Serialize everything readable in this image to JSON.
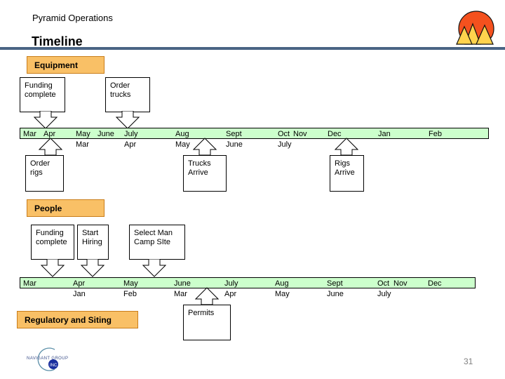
{
  "header": {
    "subtitle": "Pyramid Operations",
    "title": "Timeline",
    "logo_icon": "pyramid-sun-logo"
  },
  "sections": {
    "equipment": {
      "label": "Equipment"
    },
    "people": {
      "label": "People"
    },
    "regulatory": {
      "label": "Regulatory and Siting"
    }
  },
  "equipment": {
    "boxes_above": [
      {
        "text": "Funding\ncomplete",
        "name": "funding-complete"
      },
      {
        "text": "Order\ntrucks",
        "name": "order-trucks"
      }
    ],
    "boxes_below": [
      {
        "text": "Order\nrigs",
        "name": "order-rigs"
      },
      {
        "text": "Trucks\nArrive",
        "name": "trucks-arrive"
      },
      {
        "text": "Rigs\nArrive",
        "name": "rigs-arrive"
      }
    ],
    "timeline": {
      "row1": [
        "Mar",
        "Apr",
        "May",
        "June",
        "July",
        "Aug",
        "Sept",
        "Oct",
        "Nov",
        "Dec",
        "Jan",
        "Feb"
      ],
      "row2": [
        "Mar",
        "Apr",
        "May",
        "June",
        "July"
      ]
    }
  },
  "people": {
    "boxes_above": [
      {
        "text": "Funding\ncomplete",
        "name": "funding-complete"
      },
      {
        "text": "Start\nHiring",
        "name": "start-hiring"
      },
      {
        "text": "Select Man\nCamp SIte",
        "name": "select-man-camp-site"
      }
    ],
    "boxes_below": [
      {
        "text": "Permits",
        "name": "permits"
      }
    ],
    "timeline": {
      "row1": [
        "Mar",
        "Apr",
        "May",
        "June",
        "July",
        "Aug",
        "Sept",
        "Oct",
        "Nov",
        "Dec"
      ],
      "row2": [
        "Jan",
        "Feb",
        "Mar",
        "Apr",
        "May",
        "June",
        "July"
      ]
    }
  },
  "footer": {
    "page_number": "31",
    "logo_icon": "company-circle-logo"
  },
  "colors": {
    "header_rule": "#4a6484",
    "chip_fill": "#f9c066",
    "chip_border": "#c97d1b",
    "timeline_fill": "#ccffcc",
    "logo_sun": "#f4511e",
    "logo_pyramid": "#ffd24d",
    "page_number": "#808080"
  }
}
